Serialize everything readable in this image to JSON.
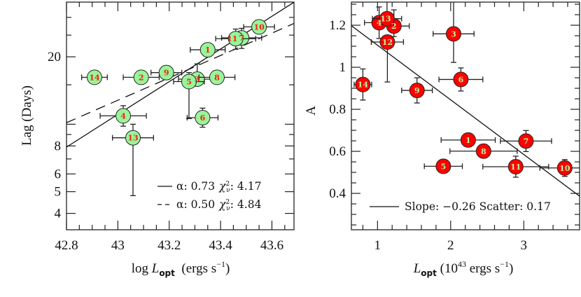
{
  "chart_data": [
    {
      "type": "scatter",
      "panel": "left",
      "xlabel": {
        "prefix": "log ",
        "var": "L",
        "sub": "opt",
        "unit_pre": "  (ergs s",
        "unit_sup": "−1",
        "unit_post": ")"
      },
      "ylabel": "Lag (Days)",
      "xlim": [
        42.8,
        43.686
      ],
      "ylim": [
        3.38,
        35.1
      ],
      "yscale": "log",
      "xticks": [
        42.8,
        43,
        43.2,
        43.4,
        43.6
      ],
      "xtick_labels": [
        "42.8",
        "43",
        "43.2",
        "43.4",
        "43.6"
      ],
      "yticks": [
        4,
        5,
        6,
        8,
        20
      ],
      "ytick_labels": [
        "4",
        "5",
        "6",
        "8",
        "20"
      ],
      "marker_color": "#98f598",
      "label_color": "#ff1a1a",
      "points": [
        {
          "id": "1",
          "x": 43.35,
          "y": 21.5,
          "xerr": 0.068,
          "yerr": [
            0.5,
            0.5
          ]
        },
        {
          "id": "2",
          "x": 43.091,
          "y": 16.2,
          "xerr": 0.07,
          "yerr": [
            1.1,
            0.3
          ]
        },
        {
          "id": "9",
          "x": 43.189,
          "y": 17.0,
          "xerr": 0.06,
          "yerr": [
            0.5,
            0.5
          ]
        },
        {
          "id": "14",
          "x": 42.909,
          "y": 16.2,
          "xerr": 0.05,
          "yerr": [
            0.5,
            0.5
          ]
        },
        {
          "id": "3",
          "x": 43.309,
          "y": 15.9,
          "xerr": 0.073,
          "yerr": [
            0.5,
            2.7
          ]
        },
        {
          "id": "8",
          "x": 43.386,
          "y": 16.2,
          "xerr": 0.07,
          "yerr": [
            0.5,
            0.5
          ]
        },
        {
          "id": "5",
          "x": 43.277,
          "y": 15.5,
          "xerr": 0.06,
          "yerr": [
            4.9,
            1.5
          ]
        },
        {
          "id": "4",
          "x": 43.021,
          "y": 10.9,
          "xerr": 0.09,
          "yerr": [
            1.1,
            1.2
          ]
        },
        {
          "id": "6",
          "x": 43.33,
          "y": 10.7,
          "xerr": 0.06,
          "yerr": [
            1.0,
            1.1
          ]
        },
        {
          "id": "13",
          "x": 43.059,
          "y": 8.7,
          "xerr": 0.08,
          "yerr": [
            3.9,
            1.3
          ]
        },
        {
          "id": "7",
          "x": 43.482,
          "y": 24.3,
          "xerr": 0.078,
          "yerr": [
            2.5,
            2.5
          ]
        },
        {
          "id": "11",
          "x": 43.459,
          "y": 24.1,
          "xerr": 0.078,
          "yerr": [
            2.5,
            2.5
          ]
        },
        {
          "id": "10",
          "x": 43.55,
          "y": 27.2,
          "xerr": 0.06,
          "yerr": [
            1.5,
            1.5
          ]
        }
      ],
      "fits": [
        {
          "style": "solid",
          "alpha": 0.73,
          "intercept_log_lag_at_42_8": 0.898,
          "legend": {
            "alpha_label": "α: 0.73",
            "chi_label": "χ",
            "chi_sup": "2",
            "chi_sub": "ν",
            "chi_value": ": 4.17"
          }
        },
        {
          "style": "dashed",
          "alpha": 0.5,
          "intercept_log_lag_at_42_8": 1.007,
          "legend": {
            "alpha_label": "α: 0.50",
            "chi_label": "χ",
            "chi_sup": "2",
            "chi_sub": "ν",
            "chi_value": ": 4.84"
          }
        }
      ]
    },
    {
      "type": "scatter",
      "panel": "right",
      "xlabel": {
        "var": "L",
        "sub": "opt",
        "unit_pre": " (10",
        "unit_sup": "43",
        "unit_mid": " ergs s",
        "unit_sup2": "−1",
        "unit_post": ")"
      },
      "ylabel": "A",
      "xlim": [
        0.643,
        3.763
      ],
      "ylim": [
        0.227,
        1.31
      ],
      "xticks": [
        1,
        2,
        3
      ],
      "xtick_labels": [
        "1",
        "2",
        "3"
      ],
      "yticks": [
        0.4,
        0.6,
        0.8,
        1.0,
        1.2
      ],
      "ytick_labels": [
        "0.4",
        "0.6",
        "0.8",
        "1",
        "1.2"
      ],
      "marker_color": "#ff0000",
      "label_color": "#b8f5a0",
      "points": [
        {
          "id": "3",
          "x": 2.04,
          "y": 1.159,
          "xerr": 0.28,
          "yerr": [
            0.136,
            0.16
          ]
        },
        {
          "id": "12",
          "x": 1.135,
          "y": 1.12,
          "xerr": 0.22,
          "yerr": [
            0.19,
            0.02
          ]
        },
        {
          "id": "2",
          "x": 1.224,
          "y": 1.196,
          "xerr": 0.21,
          "yerr": [
            0.05,
            0.077
          ]
        },
        {
          "id": "4",
          "x": 1.022,
          "y": 1.212,
          "xerr": 0.2,
          "yerr": [
            0.075,
            0.075
          ]
        },
        {
          "id": "13",
          "x": 1.13,
          "y": 1.231,
          "xerr": 0.2,
          "yerr": [
            0.03,
            0.1
          ]
        },
        {
          "id": "14",
          "x": 0.8,
          "y": 0.918,
          "xerr": 0.12,
          "yerr": [
            0.074,
            0.074
          ]
        },
        {
          "id": "9",
          "x": 1.54,
          "y": 0.89,
          "xerr": 0.21,
          "yerr": [
            0.06,
            0.06
          ]
        },
        {
          "id": "6",
          "x": 2.14,
          "y": 0.942,
          "xerr": 0.3,
          "yerr": [
            0.055,
            0.055
          ]
        },
        {
          "id": "1",
          "x": 2.24,
          "y": 0.654,
          "xerr": 0.37,
          "yerr": [
            0.012,
            0.012
          ]
        },
        {
          "id": "7",
          "x": 3.03,
          "y": 0.649,
          "xerr": 0.35,
          "yerr": [
            0.05,
            0.05
          ]
        },
        {
          "id": "8",
          "x": 2.45,
          "y": 0.601,
          "xerr": 0.46,
          "yerr": [
            0.01,
            0.01
          ]
        },
        {
          "id": "5",
          "x": 1.9,
          "y": 0.529,
          "xerr": 0.26,
          "yerr": [
            0.02,
            0.02
          ]
        },
        {
          "id": "11",
          "x": 2.89,
          "y": 0.527,
          "xerr": 0.45,
          "yerr": [
            0.05,
            0.05
          ]
        },
        {
          "id": "10",
          "x": 3.56,
          "y": 0.521,
          "xerr": 0.34,
          "yerr": [
            0.04,
            0.04
          ]
        }
      ],
      "fit": {
        "style": "solid",
        "slope": -0.26,
        "intercept": 1.365,
        "legend": "Slope: −0.26 Scatter: 0.17"
      }
    }
  ]
}
